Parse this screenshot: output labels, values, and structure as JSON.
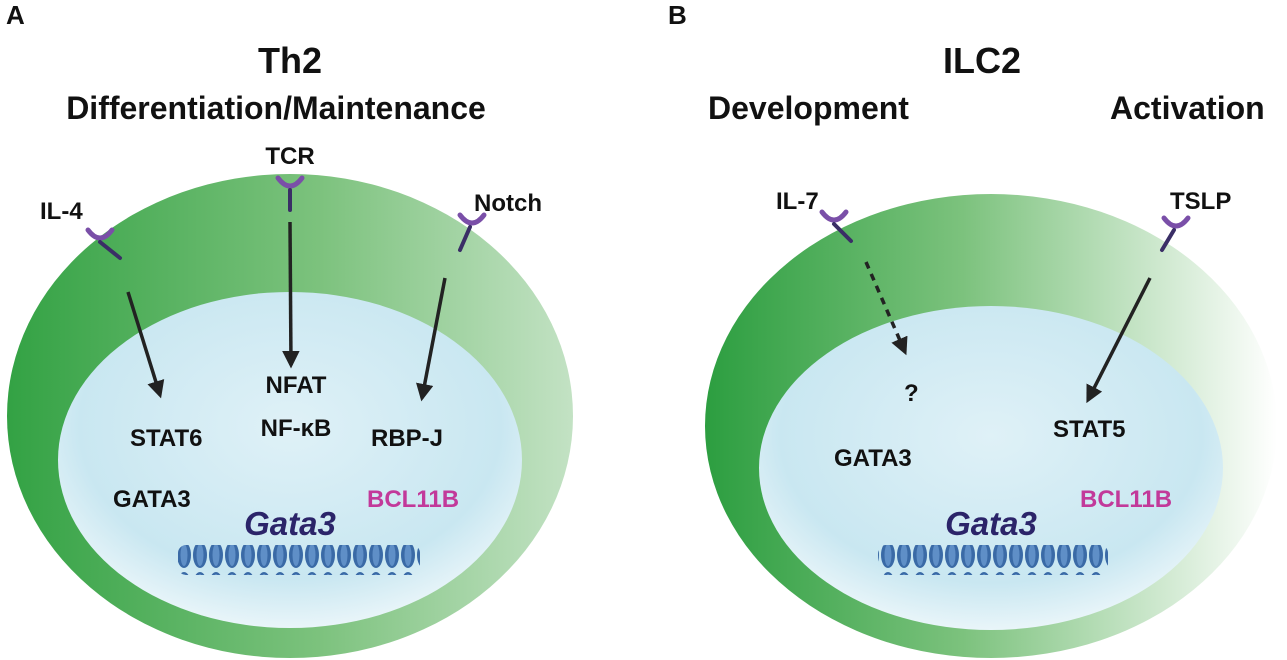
{
  "panel_a": {
    "letter": "A",
    "title": "Th2",
    "subtitle": "Differentiation/Maintenance",
    "receptors": {
      "left": "IL-4",
      "top": "TCR",
      "right": "Notch"
    },
    "factors": {
      "stat": "STAT6",
      "nfat": "NFAT",
      "nfkb": "NF-κB",
      "rbpj": "RBP-J",
      "gata3": "GATA3",
      "bcl11b": "BCL11B"
    },
    "gene": "Gata3"
  },
  "panel_b": {
    "letter": "B",
    "title": "ILC2",
    "subtitle_left": "Development",
    "subtitle_right": "Activation",
    "receptors": {
      "left": "IL-7",
      "right": "TSLP"
    },
    "factors": {
      "unknown": "?",
      "stat": "STAT5",
      "gata3": "GATA3",
      "bcl11b": "BCL11B"
    },
    "gene": "Gata3"
  },
  "colors": {
    "cell_green": "#3aa547",
    "cell_pale": "#e6f2e6",
    "nucleus_blue": "#c8e6f0",
    "receptor_purple": "#7a4fa8",
    "receptor_stalk": "#3a2e66",
    "arrow": "#222222",
    "bcl11b_pink": "#c2399a",
    "gene_text": "#2b2469",
    "dna_blue": "#3a6aa6"
  }
}
